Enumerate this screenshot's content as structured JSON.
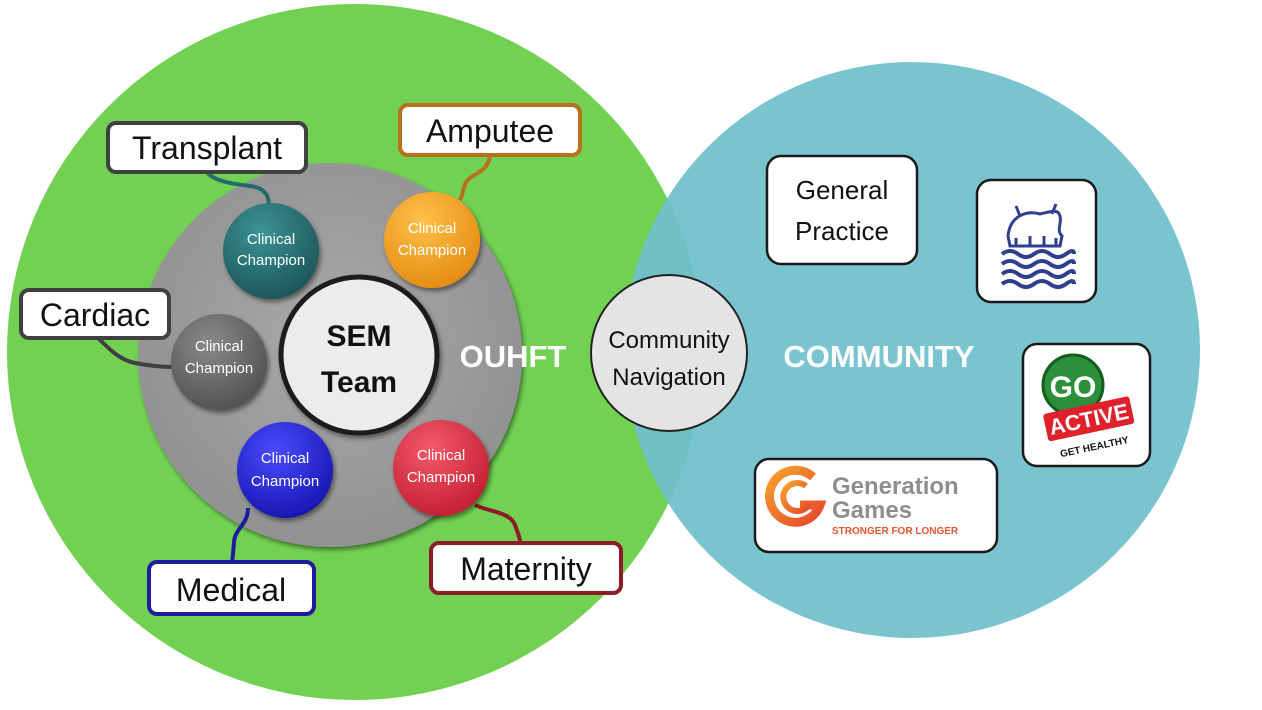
{
  "colors": {
    "ouhft": "#72d153",
    "community": "#6fc0cb",
    "inner_grey": "#a3a3a3",
    "nav": "#e4e4e4",
    "transplant": "#246a6c",
    "amputee": "#f5a020",
    "cardiac": "#6e6e6e",
    "medical": "#2424d8",
    "maternity": "#de3144"
  },
  "ouhft_label": "OUHFT",
  "community_label": "COMMUNITY",
  "sem_team": {
    "line1": "SEM",
    "line2": "Team"
  },
  "navigation": {
    "line1": "Community",
    "line2": "Navigation"
  },
  "champions": [
    {
      "id": "transplant",
      "line1": "Clinical",
      "line2": "Champion",
      "specialty": "Transplant"
    },
    {
      "id": "amputee",
      "line1": "Clinical",
      "line2": "Champion",
      "specialty": "Amputee"
    },
    {
      "id": "cardiac",
      "line1": "Clinical",
      "line2": "Champion",
      "specialty": "Cardiac"
    },
    {
      "id": "medical",
      "line1": "Clinical",
      "line2": "Champion",
      "specialty": "Medical"
    },
    {
      "id": "maternity",
      "line1": "Clinical",
      "line2": "Champion",
      "specialty": "Maternity"
    }
  ],
  "community_items": {
    "general_practice": {
      "line1": "General",
      "line2": "Practice"
    },
    "go_active": {
      "icon": "go-active-logo",
      "line1": "GO",
      "line2": "ACTIVE",
      "line3": "GET HEALTHY"
    },
    "generation_games": {
      "icon": "generation-games-logo",
      "line1": "Generation",
      "line2": "Games",
      "tagline": "STRONGER FOR LONGER"
    },
    "crest": {
      "icon": "oxford-crest-logo"
    }
  }
}
